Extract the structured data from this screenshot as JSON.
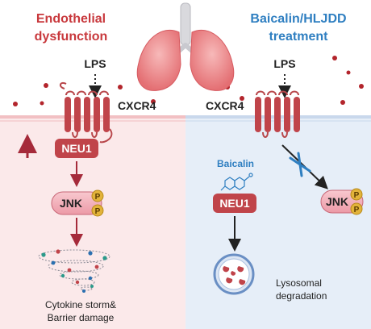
{
  "left_panel": {
    "title_line1": "Endothelial",
    "title_line2": "dysfunction",
    "lps_label": "LPS",
    "receptor_label": "CXCR4",
    "neu1_label": "NEU1",
    "jnk_label": "JNK",
    "phospho_label": "P",
    "outcome_line1": "Cytokine storm&",
    "outcome_line2": "Barrier damage"
  },
  "right_panel": {
    "title_line1": "Baicalin/HLJDD",
    "title_line2": "treatment",
    "lps_label": "LPS",
    "receptor_label": "CXCR4",
    "drug_label": "Baicalin",
    "neu1_label": "NEU1",
    "jnk_label": "JNK",
    "phospho_label": "P",
    "outcome_line1": "Lysosomal",
    "outcome_line2": "degradation"
  },
  "colors": {
    "left_title": "#c8383c",
    "right_title": "#2f7fc1",
    "receptor": "#b8474b",
    "neu1_fill": "#c0444a",
    "jnk_fill": "#f3b6c0",
    "phospho_fill": "#e2b33a",
    "left_bg": "#fbe9ea",
    "right_bg": "#e6eef8",
    "arrow_left": "#a52a3a",
    "block_mark": "#2f7fc1"
  }
}
